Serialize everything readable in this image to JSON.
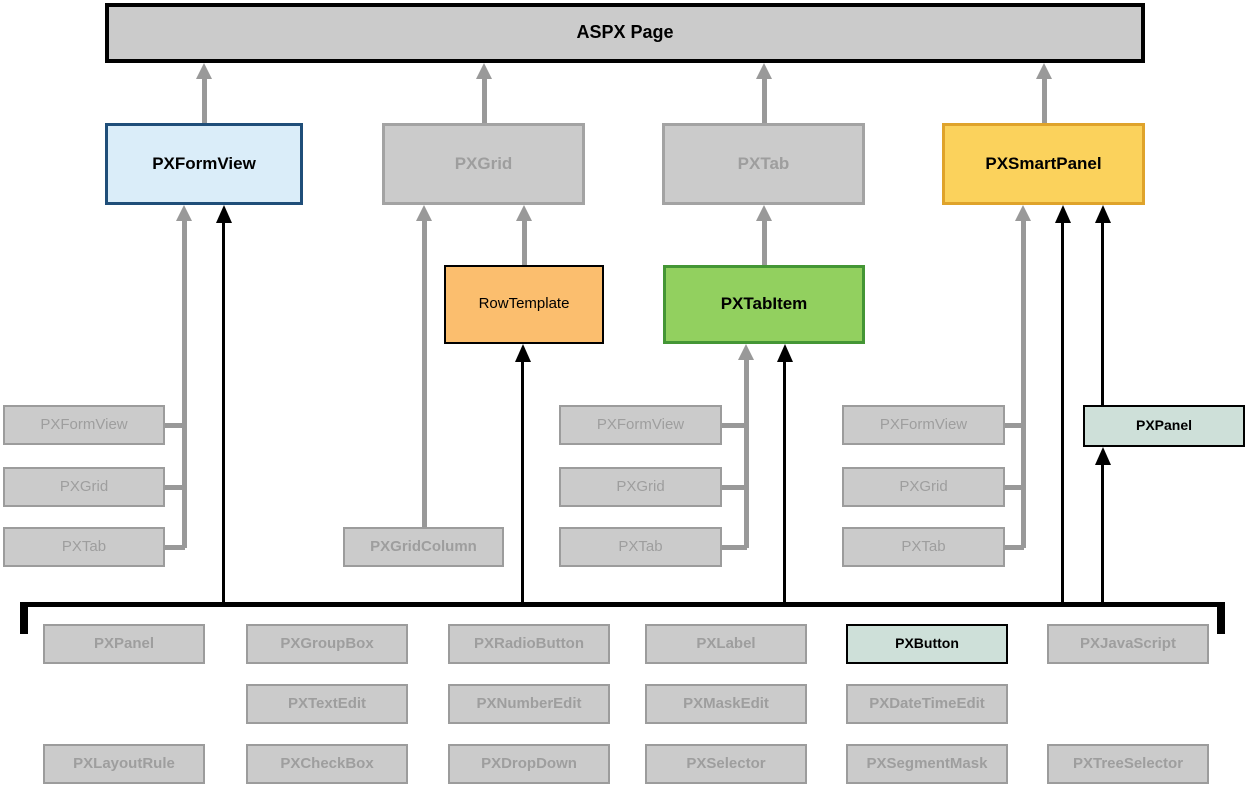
{
  "diagram": {
    "root": "ASPX Page",
    "containers": [
      "PXFormView",
      "PXGrid",
      "PXTab",
      "PXSmartPanel"
    ],
    "templates": [
      "RowTemplate",
      "PXTabItem"
    ],
    "left_group": [
      "PXFormView",
      "PXGrid",
      "PXTab"
    ],
    "middle_group": [
      "PXFormView",
      "PXGrid",
      "PXTab"
    ],
    "right_group": [
      "PXFormView",
      "PXGrid",
      "PXTab"
    ],
    "grid_column": "PXGridColumn",
    "panel": "PXPanel",
    "controls_row1": [
      "PXPanel",
      "PXGroupBox",
      "PXRadioButton",
      "PXLabel",
      "PXButton",
      "PXJavaScript"
    ],
    "controls_row2": [
      "PXTextEdit",
      "PXNumberEdit",
      "PXMaskEdit",
      "PXDateTimeEdit"
    ],
    "controls_row3": [
      "PXLayoutRule",
      "PXCheckBox",
      "PXDropDown",
      "PXSelector",
      "PXSegmentMask",
      "PXTreeSelector"
    ],
    "colors": {
      "highlight_blue_fill": "#DAEDF9",
      "highlight_blue_border": "#1F4E79",
      "highlight_yellow_fill": "#FBD25C",
      "highlight_yellow_border": "#DFA32B",
      "highlight_orange_fill": "#FBBE6E",
      "highlight_green_fill": "#92D05F",
      "highlight_green_border": "#449635",
      "highlight_teal_fill": "#CEE0D9",
      "muted_fill": "#CBCBCB",
      "muted_border": "#9C9C9C",
      "muted_text": "#9E9E9E",
      "arrow_gray": "#999999",
      "arrow_black": "#000000"
    }
  }
}
